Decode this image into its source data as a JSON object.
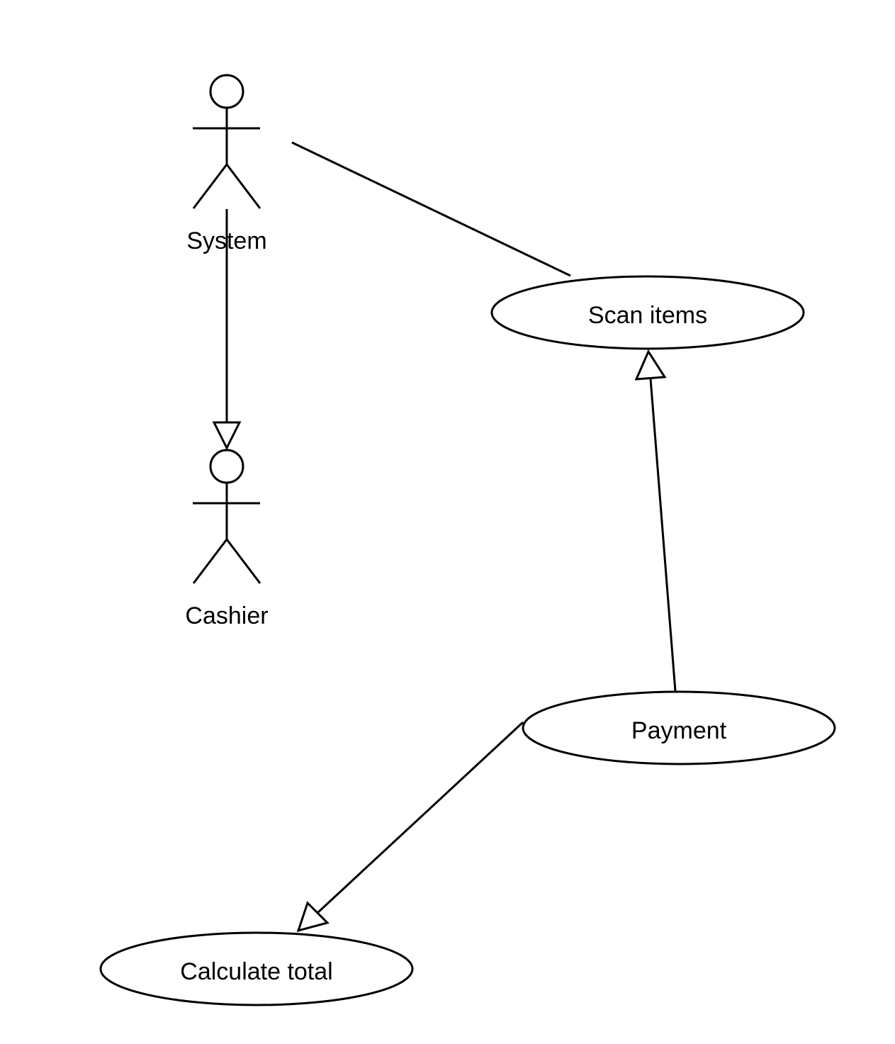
{
  "actors": {
    "system": {
      "label": "System"
    },
    "cashier": {
      "label": "Cashier"
    }
  },
  "use_cases": {
    "scan_items": {
      "label": "Scan items"
    },
    "payment": {
      "label": "Payment"
    },
    "calculate_total": {
      "label": "Calculate total"
    }
  },
  "relationships": [
    {
      "type": "association",
      "from": "System",
      "to": "Scan items"
    },
    {
      "type": "generalization",
      "from": "System",
      "to": "Cashier"
    },
    {
      "type": "generalization",
      "from": "Payment",
      "to": "Scan items"
    },
    {
      "type": "generalization",
      "from": "Payment",
      "to": "Calculate total"
    }
  ],
  "colors": {
    "stroke": "#000000",
    "background": "#ffffff"
  }
}
